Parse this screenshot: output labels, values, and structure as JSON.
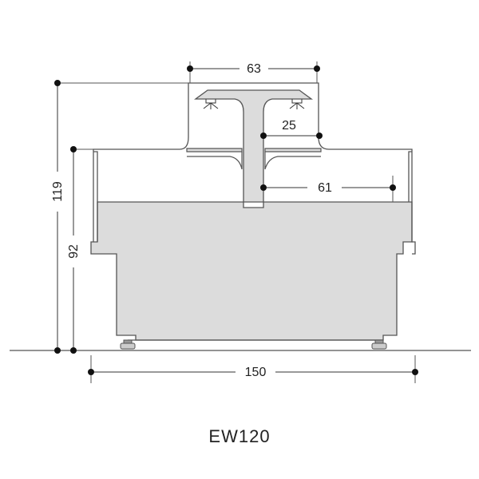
{
  "dimensions": {
    "top_width": "63",
    "shelf_gap": "25",
    "inner_depth": "61",
    "overall_width": "150",
    "total_height": "119",
    "counter_height": "92"
  },
  "model": {
    "name": "EW120"
  },
  "colors": {
    "body_fill": "#dcdcdc",
    "line": "#555555",
    "dim_line": "#333333",
    "dot": "#111111",
    "background": "#ffffff"
  }
}
